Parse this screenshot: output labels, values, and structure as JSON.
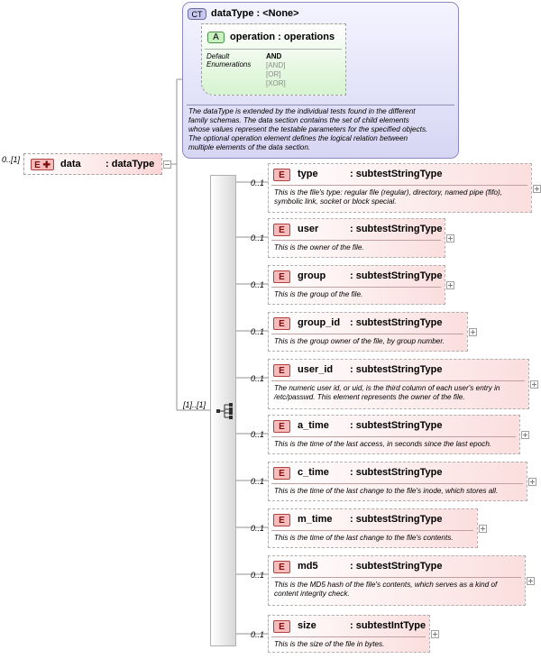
{
  "root": {
    "occurrence": "0..[1]",
    "name": "data",
    "type": ": dataType"
  },
  "complex_type": {
    "badge": "CT",
    "title": "dataType : <None>",
    "attribute": {
      "badge": "A",
      "title": "operation : operations",
      "facet_label_1": "Default",
      "facet_label_2": "Enumerations",
      "values": [
        "AND",
        "[AND]",
        "[OR]",
        "[XOR]"
      ]
    },
    "doc_lines": [
      "The dataType is extended by the individual tests found in the different",
      "family schemas.  The data section contains the set of child elements",
      "whose values represent the testable parameters for the specified objects.",
      "The optional operation element defines the logical relation between",
      "multiple elements of the data section."
    ]
  },
  "sequence": {
    "occurrence": "[1]..[1]",
    "icon": "sequence-icon"
  },
  "children": [
    {
      "occ": "0..1",
      "badge": "E",
      "name": "type",
      "type": ": subtestStringType",
      "doc_lines": [
        "This is the file's type: regular file (regular), directory, named pipe (fifo),",
        "symbolic link, socket or block special."
      ]
    },
    {
      "occ": "0..1",
      "badge": "E",
      "name": "user",
      "type": ": subtestStringType",
      "doc_lines": [
        "This is the owner of the file."
      ]
    },
    {
      "occ": "0..1",
      "badge": "E",
      "name": "group",
      "type": ": subtestStringType",
      "doc_lines": [
        "This is the group of the file."
      ]
    },
    {
      "occ": "0..1",
      "badge": "E",
      "name": "group_id",
      "type": ": subtestStringType",
      "doc_lines": [
        "This is the group owner of the file, by group number."
      ]
    },
    {
      "occ": "0..1",
      "badge": "E",
      "name": "user_id",
      "type": ": subtestStringType",
      "doc_lines": [
        "The numeric user id, or uid, is the third column of each user's entry in",
        "/etc/passwd. This element represents the owner of the file."
      ]
    },
    {
      "occ": "0..1",
      "badge": "E",
      "name": "a_time",
      "type": ": subtestStringType",
      "doc_lines": [
        "This is the time of the last access, in seconds since the last epoch."
      ]
    },
    {
      "occ": "0..1",
      "badge": "E",
      "name": "c_time",
      "type": ": subtestStringType",
      "doc_lines": [
        "This is the time of the last change to the file's inode, which stores all."
      ]
    },
    {
      "occ": "0..1",
      "badge": "E",
      "name": "m_time",
      "type": ": subtestStringType",
      "doc_lines": [
        "This is the time of the last change to the file's contents."
      ]
    },
    {
      "occ": "0..1",
      "badge": "E",
      "name": "md5",
      "type": ": subtestStringType",
      "doc_lines": [
        "This is the MD5 hash of the file's contents, which serves as a kind of",
        "content integrity check."
      ]
    },
    {
      "occ": "0..1",
      "badge": "E",
      "name": "size",
      "type": ": subtestIntType",
      "doc_lines": [
        "This is the size of the file in bytes."
      ]
    }
  ]
}
